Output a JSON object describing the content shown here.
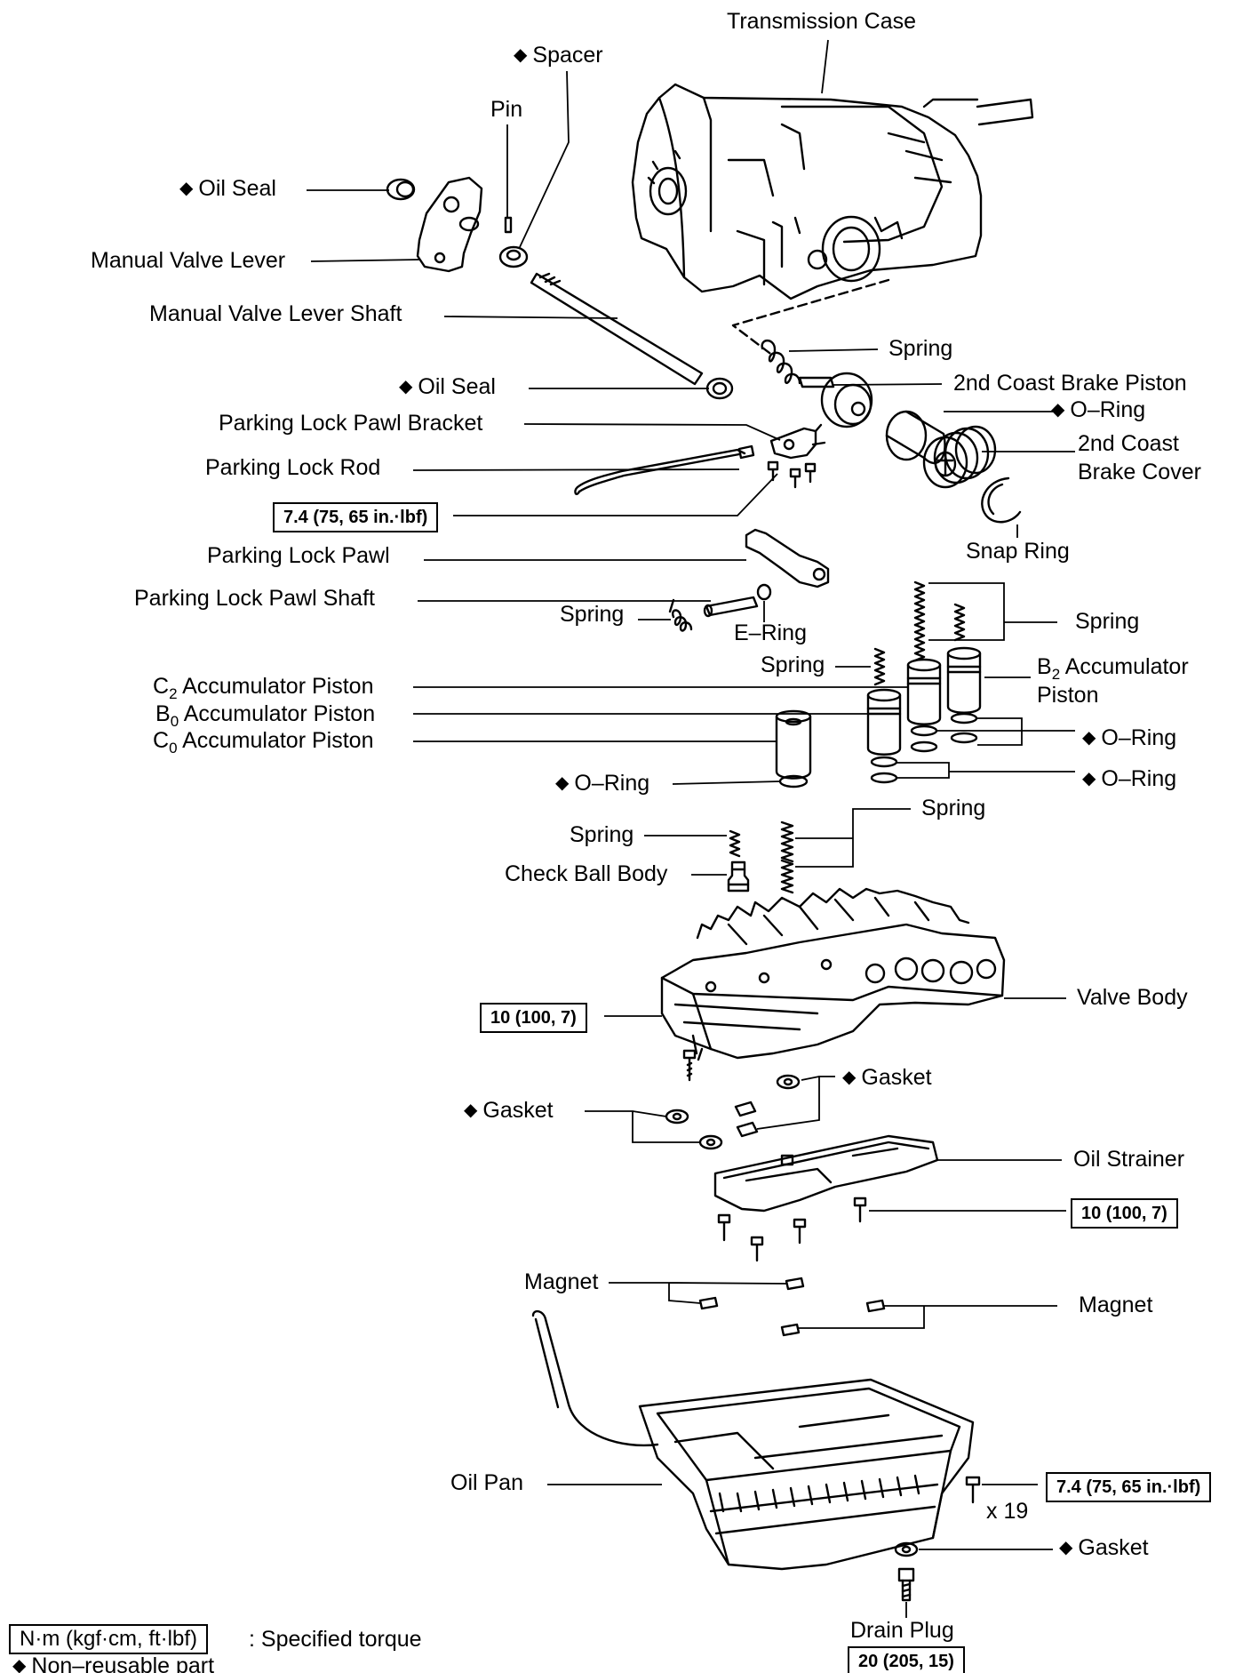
{
  "labels": {
    "transmission_case": "Transmission Case",
    "spacer": "Spacer",
    "pin": "Pin",
    "oil_seal_top": "Oil Seal",
    "manual_valve_lever": "Manual Valve Lever",
    "manual_valve_lever_shaft": "Manual Valve Lever Shaft",
    "spring_top": "Spring",
    "coast_brake_piston": "2nd Coast Brake Piston",
    "oil_seal_mid": "Oil Seal",
    "o_ring_top": "O–Ring",
    "parking_lock_pawl_bracket": "Parking Lock Pawl Bracket",
    "coast_brake_cover_1": "2nd Coast",
    "coast_brake_cover_2": "Brake Cover",
    "parking_lock_rod": "Parking Lock Rod",
    "snap_ring": "Snap Ring",
    "parking_lock_pawl": "Parking Lock Pawl",
    "parking_lock_pawl_shaft": "Parking Lock Pawl Shaft",
    "spring_pawl": "Spring",
    "e_ring": "E–Ring",
    "spring_right": "Spring",
    "spring_mid": "Spring",
    "b2_pre": "B",
    "b2_sub": "2",
    "b2_post": " Accumulator",
    "b2_line2": "Piston",
    "c2_pre": "C",
    "c2_sub": "2",
    "c2_post": " Accumulator Piston",
    "b0_pre": "B",
    "b0_sub": "0",
    "b0_post": " Accumulator Piston",
    "c0_pre": "C",
    "c0_sub": "0",
    "c0_post": " Accumulator Piston",
    "o_ring_r1": "O–Ring",
    "o_ring_left": "O–Ring",
    "o_ring_r2": "O–Ring",
    "spring_lower": "Spring",
    "spring_check": "Spring",
    "check_ball_body": "Check Ball Body",
    "valve_body": "Valve Body",
    "gasket_right": "Gasket",
    "gasket_left": "Gasket",
    "oil_strainer": "Oil Strainer",
    "magnet_left": "Magnet",
    "magnet_right": "Magnet",
    "oil_pan": "Oil Pan",
    "x19": "x 19",
    "gasket_bottom": "Gasket",
    "drain_plug": "Drain Plug"
  },
  "torques": {
    "parking_bracket": "7.4 (75, 65 in.·lbf)",
    "valve_body": "10 (100, 7)",
    "oil_strainer": "10 (100, 7)",
    "oil_pan": "7.4 (75, 65 in.·lbf)",
    "drain_plug": "20 (205, 15)"
  },
  "legend": {
    "torque_box": "N·m (kgf·cm, ft·lbf)",
    "torque_text": ": Specified torque",
    "nonreusable_text": "Non–reusable part"
  },
  "symbols": {
    "non_reusable": "◆"
  }
}
